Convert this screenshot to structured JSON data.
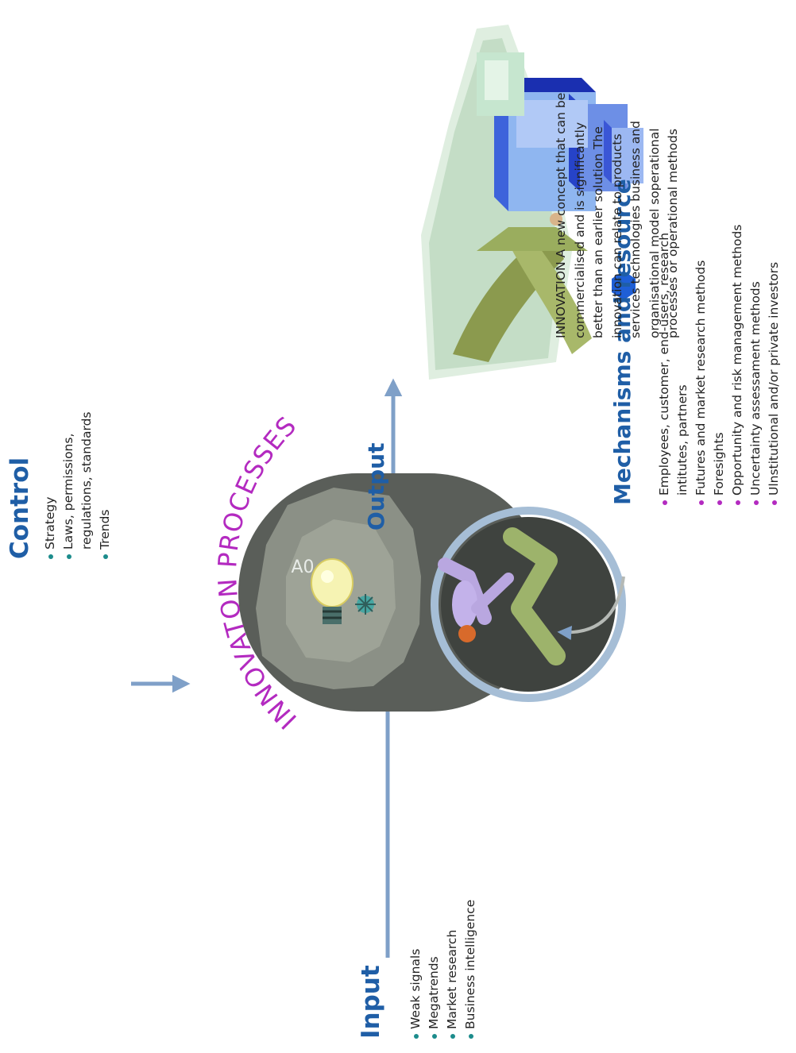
{
  "input": {
    "heading": "Input",
    "items": [
      "Weak signals",
      "Megatrends",
      "Market research",
      "Business intelligence"
    ]
  },
  "control": {
    "heading": "Control",
    "items": [
      "Strategy",
      "Laws, permissions, regulations, standards",
      "Trends"
    ]
  },
  "process": {
    "title": "INNOVATON PROCESSES",
    "node_label": "A0"
  },
  "output": {
    "label": "Output"
  },
  "mechanisms": {
    "heading": "Mechanisms and resource",
    "items": [
      "Employees, customer, end-users, research intitutes, partners",
      "Futures and market research methods",
      "Foresights",
      "Opportunity and risk management methods",
      "Uncertainty assessament methods",
      "Ulnstitutional and/or private investors"
    ]
  },
  "innovation_definition": "INNOVATION A new concept that can be commercialised and is significantly better than an earlier solution The innovation can relate to products services technologies business and organisational model soperational processes or operational methods",
  "colors": {
    "heading_blue": "#1f5ea6",
    "process_title_magenta": "#b32ac0",
    "arrow_blue": "#7fa0c8",
    "control_bullet_teal": "#1c8c8c",
    "mechanism_bullet_magenta": "#b32ac0"
  },
  "icons": [
    "light-bulb-icon",
    "running-person-icon",
    "person-carrying-cubes-icon"
  ]
}
